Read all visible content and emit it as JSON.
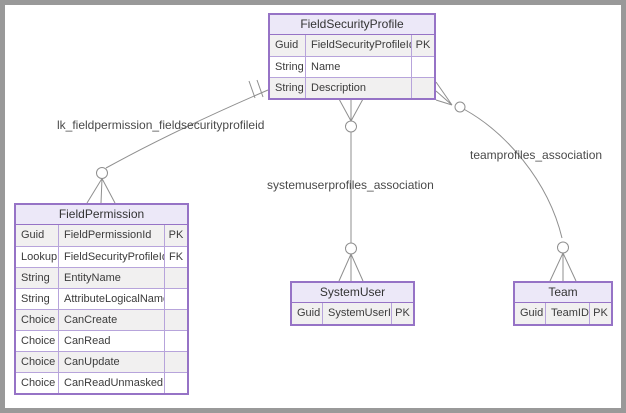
{
  "diagram": {
    "type": "entity-relationship",
    "colors": {
      "frame_border": "#999999",
      "entity_border": "#9673c6",
      "entity_inner_grid": "#b7a4db",
      "header_fill": "#ece8f8",
      "alt_row_fill": "#f1f0f0",
      "connector": "#8f8f8f",
      "text": "#3b3b3b",
      "label_text": "#4a4a4a",
      "background": "#ffffff"
    },
    "entities": [
      {
        "name": "FieldSecurityProfile",
        "rows": [
          {
            "type": "Guid",
            "name": "FieldSecurityProfileId",
            "key": "PK"
          },
          {
            "type": "String",
            "name": "Name",
            "key": ""
          },
          {
            "type": "String",
            "name": "Description",
            "key": ""
          }
        ]
      },
      {
        "name": "FieldPermission",
        "rows": [
          {
            "type": "Guid",
            "name": "FieldPermissionId",
            "key": "PK"
          },
          {
            "type": "Lookup",
            "name": "FieldSecurityProfileId",
            "key": "FK"
          },
          {
            "type": "String",
            "name": "EntityName",
            "key": ""
          },
          {
            "type": "String",
            "name": "AttributeLogicalName",
            "key": ""
          },
          {
            "type": "Choice",
            "name": "CanCreate",
            "key": ""
          },
          {
            "type": "Choice",
            "name": "CanRead",
            "key": ""
          },
          {
            "type": "Choice",
            "name": "CanUpdate",
            "key": ""
          },
          {
            "type": "Choice",
            "name": "CanReadUnmasked",
            "key": ""
          }
        ]
      },
      {
        "name": "SystemUser",
        "rows": [
          {
            "type": "Guid",
            "name": "SystemUserId",
            "key": "PK"
          }
        ]
      },
      {
        "name": "Team",
        "rows": [
          {
            "type": "Guid",
            "name": "TeamID",
            "key": "PK"
          }
        ]
      }
    ],
    "relationships": [
      {
        "label": "lk_fieldpermission_fieldsecurityprofileid",
        "from": "FieldSecurityProfile",
        "to": "FieldPermission",
        "cardinality_from": "exactly-one",
        "cardinality_to": "zero-or-many"
      },
      {
        "label": "systemuserprofiles_association",
        "from": "FieldSecurityProfile",
        "to": "SystemUser",
        "cardinality_from": "zero-or-many",
        "cardinality_to": "zero-or-many"
      },
      {
        "label": "teamprofiles_association",
        "from": "FieldSecurityProfile",
        "to": "Team",
        "cardinality_from": "zero-or-many",
        "cardinality_to": "zero-or-many"
      }
    ]
  }
}
